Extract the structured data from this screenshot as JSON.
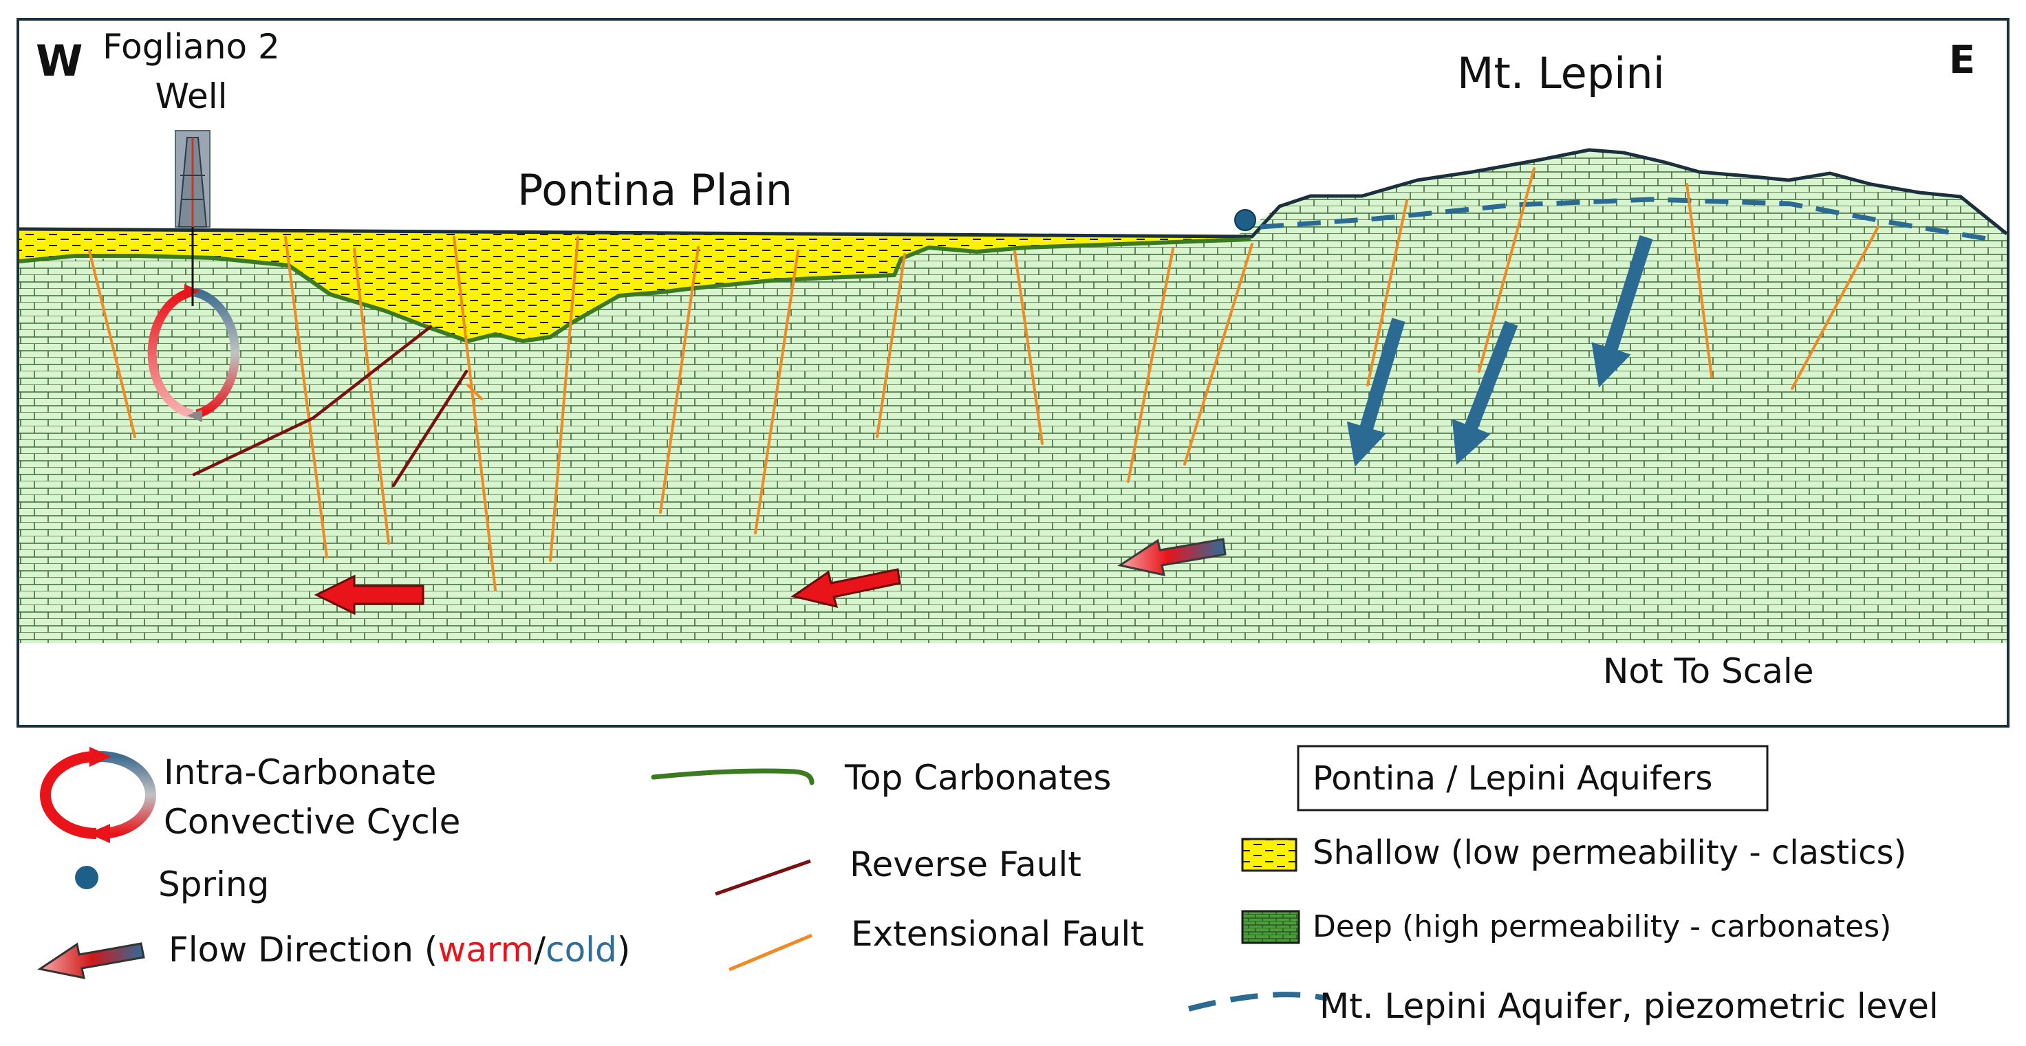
{
  "section": {
    "west_label": "W",
    "east_label": "E",
    "well_label_line1": "Fogliano 2",
    "well_label_line2": "Well",
    "plain_label": "Pontina Plain",
    "mountain_label": "Mt. Lepini",
    "scale_note": "Not To Scale"
  },
  "legend": {
    "convective_line1": "Intra-Carbonate",
    "convective_line2": "Convective Cycle",
    "spring": "Spring",
    "flow_prefix": "Flow Direction (",
    "flow_warm": "warm",
    "flow_sep": "/",
    "flow_cold": "cold",
    "flow_suffix": ")",
    "top_carbonates": "Top Carbonates",
    "reverse_fault": "Reverse Fault",
    "extensional_fault": "Extensional Fault",
    "aquifers_title": "Pontina / Lepini Aquifers",
    "shallow": "Shallow (low permeability - clastics)",
    "deep": "Deep (high permeability - carbonates)",
    "piezometric": "Mt. Lepini Aquifer,  piezometric level"
  },
  "colors": {
    "carbonate_fill": "#d8f5cf",
    "carbonate_lines": "#3f6a38",
    "clastic_fill": "#fff200",
    "top_carbonates": "#3c7a22",
    "reverse_fault": "#7b1010",
    "extensional_fault": "#f08a24",
    "warm": "#e8141a",
    "cold": "#2e6c9a",
    "spring": "#1e5f8a",
    "frame": "#1b2f3c"
  }
}
